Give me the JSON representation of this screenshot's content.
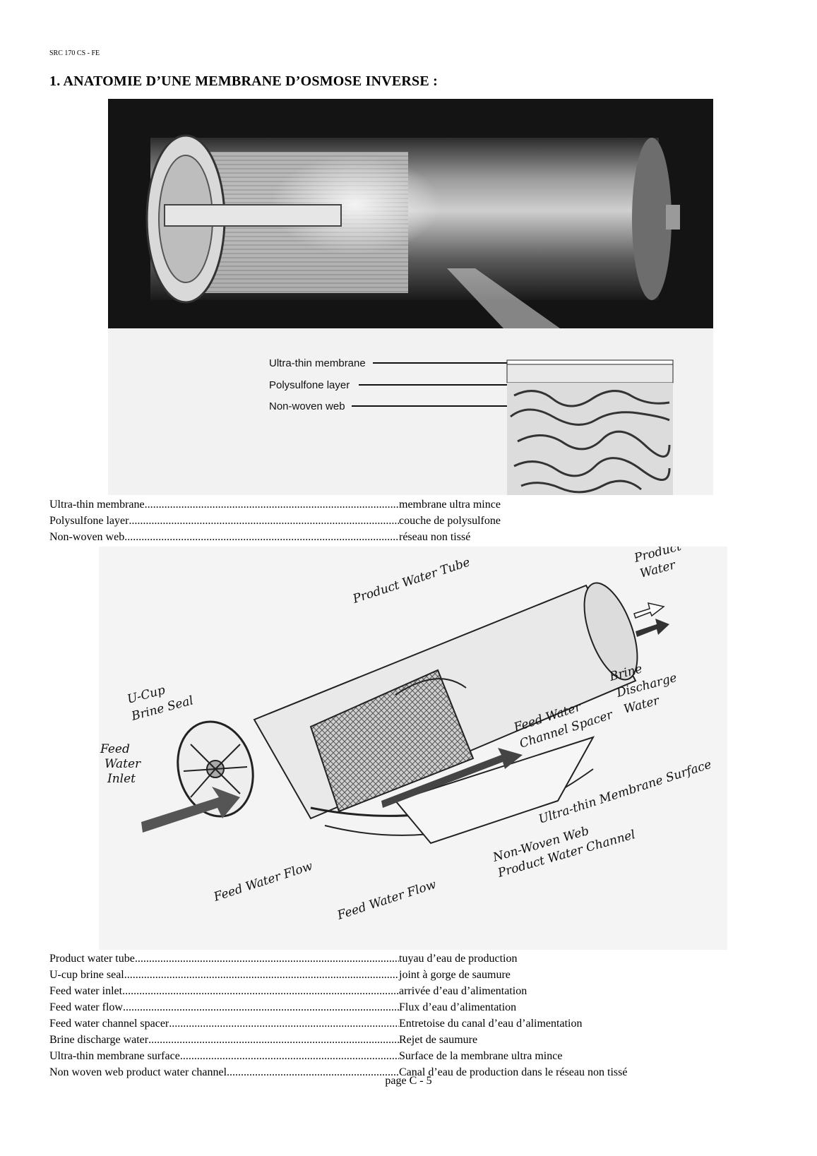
{
  "header_ref": "SRC 170 CS - FE",
  "title": "1.   ANATOMIE D’UNE MEMBRANE D’OSMOSE INVERSE :",
  "figure1": {
    "labels": [
      "Ultra-thin membrane",
      "Polysulfone layer",
      "Non-woven web"
    ]
  },
  "glossary1": [
    {
      "term": "Ultra-thin membrane",
      "translation": "membrane ultra mince"
    },
    {
      "term": "Polysulfone layer ",
      "translation": "couche de polysulfone"
    },
    {
      "term": "Non-woven web",
      "translation": "réseau non tissé"
    }
  ],
  "figure2": {
    "labels": {
      "product_water_tube": "Product Water Tube",
      "product_water_1": "Product",
      "product_water_2": "Water",
      "u_cup_1": "U-Cup",
      "u_cup_2": "Brine Seal",
      "feed_inlet_1": "Feed",
      "feed_inlet_2": "Water",
      "feed_inlet_3": "Inlet",
      "brine_1": "Brine",
      "brine_2": "Discharge",
      "brine_3": "Water",
      "spacer_1": "Feed Water",
      "spacer_2": "Channel Spacer",
      "membrane_surface": "Ultra-thin Membrane Surface",
      "nonwoven_1": "Non-Woven Web",
      "nonwoven_2": "Product Water Channel",
      "feed_flow_1": "Feed Water Flow",
      "feed_flow_2": "Feed Water Flow"
    }
  },
  "glossary2": [
    {
      "term": "Product water tube ",
      "translation": "tuyau d’eau de production"
    },
    {
      "term": "U-cup brine seal",
      "translation": "joint à gorge de saumure"
    },
    {
      "term": "Feed water inlet",
      "translation": "arrivée d’eau d’alimentation"
    },
    {
      "term": "Feed water flow ",
      "translation": "Flux d’eau d’alimentation"
    },
    {
      "term": "Feed water channel spacer ",
      "translation": "Entretoise du canal d’eau d’alimentation"
    },
    {
      "term": "Brine discharge water ",
      "translation": "Rejet de saumure"
    },
    {
      "term": "Ultra-thin membrane surface ",
      "translation": "Surface de la membrane ultra mince"
    },
    {
      "term": "Non woven web product water channel",
      "translation": "Canal d’eau de production dans le réseau non tissé"
    }
  ],
  "page_number": "page C - 5"
}
